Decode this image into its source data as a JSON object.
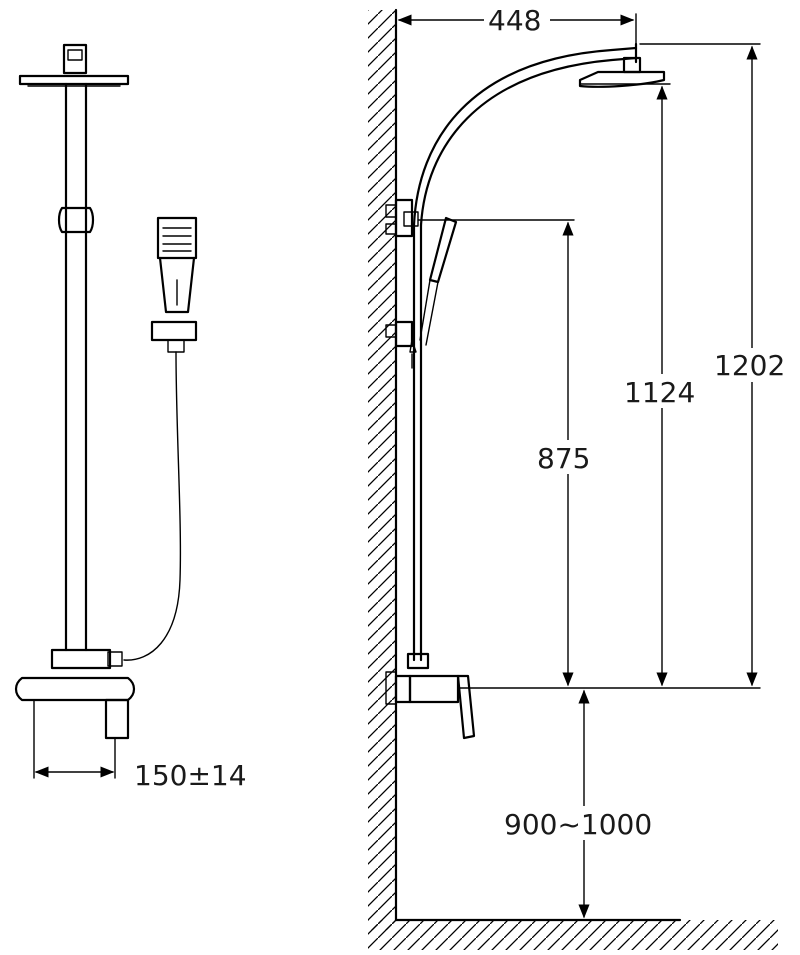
{
  "drawing": {
    "dimensions": {
      "mixer_spacing": "150±14",
      "arm_reach": "448",
      "head_height": "1202",
      "arm_height": "1124",
      "bracket_height": "875",
      "floor_to_mixer": "900~1000"
    }
  }
}
